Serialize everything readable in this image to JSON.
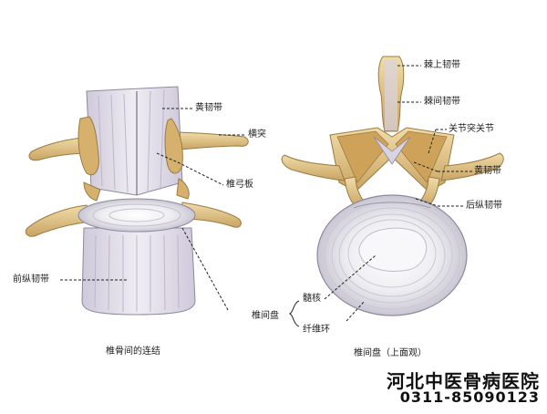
{
  "labels": {
    "ligamentum_flavum_left": "黄韧带",
    "transverse_process": "横突",
    "vertebral_lamina": "椎弓板",
    "anterior_longitudinal": "前纵韧带",
    "intervertebral_disc_left": "椎间盘",
    "nucleus_pulposus": "髓核",
    "annulus_fibrosus": "纤维环",
    "supraspinous": "棘上韧带",
    "interspinous": "棘间韧带",
    "facet_joint": "关节突关节",
    "ligamentum_flavum_right": "黄韧带",
    "posterior_longitudinal": "后纵韧带"
  },
  "captions": {
    "left": "椎骨间的连结",
    "right": "椎间盘（上面观）"
  },
  "watermark": {
    "line1": "河北中医骨病医院",
    "line2": "0311-85090123"
  },
  "colors": {
    "bone": "#e3c98f",
    "bone_dark": "#b8955a",
    "ligament": "#d9d4e2",
    "disc": "#ecebee"
  }
}
